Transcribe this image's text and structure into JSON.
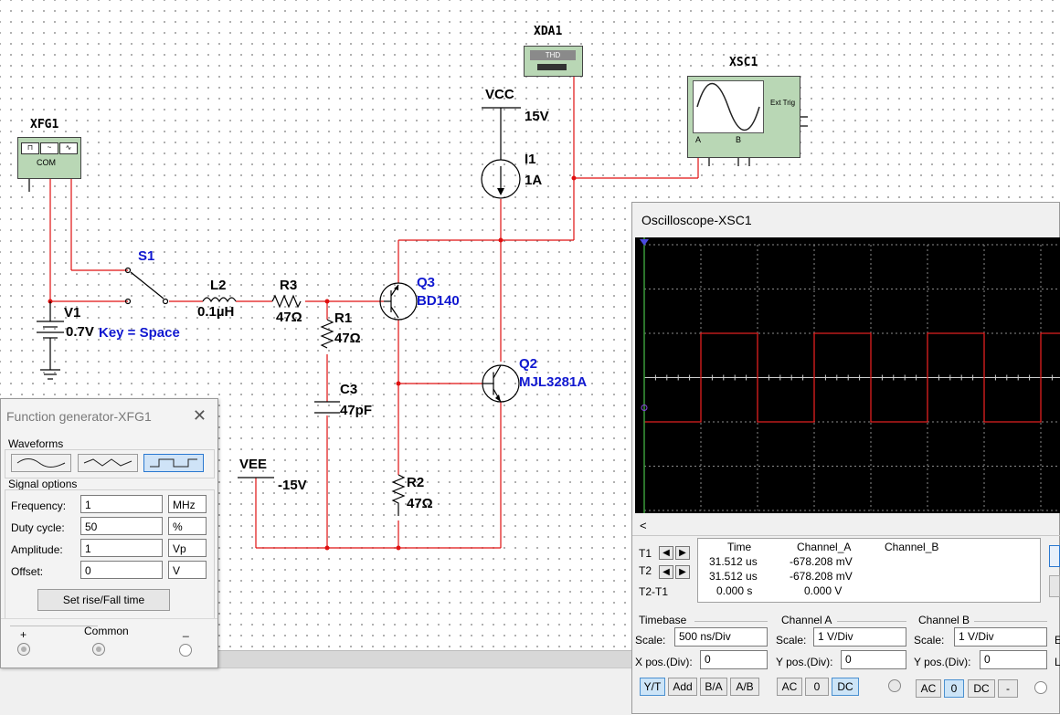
{
  "schematic": {
    "xfg1_title": "XFG1",
    "xfg1_com": "COM",
    "xda1_title": "XDA1",
    "xda1_thd": "THD",
    "xsc1_title": "XSC1",
    "xsc1_ext_trig": "Ext Trig",
    "xsc1_a": "A",
    "xsc1_b": "B",
    "vcc_name": "VCC",
    "vcc_value": "15V",
    "i1_name": "I1",
    "i1_value": "1A",
    "s1_name": "S1",
    "l2_name": "L2",
    "l2_value": "0.1µH",
    "r3_name": "R3",
    "r3_value": "47Ω",
    "q3_name": "Q3",
    "q3_model": "BD140",
    "r1_name": "R1",
    "r1_value": "47Ω",
    "v1_name": "V1",
    "v1_value": "0.7V",
    "key_label": "Key = Space",
    "c3_name": "C3",
    "c3_value": "47pF",
    "q2_name": "Q2",
    "q2_model": "MJL3281A",
    "vee_name": "VEE",
    "vee_value": "-15V",
    "r2_name": "R2",
    "r2_value": "47Ω"
  },
  "function_generator": {
    "title": "Function generator-XFG1",
    "waveforms_label": "Waveforms",
    "signal_options_label": "Signal options",
    "selected_waveform": "square",
    "fields": [
      {
        "label": "Frequency:",
        "value": "1",
        "unit": "MHz"
      },
      {
        "label": "Duty cycle:",
        "value": "50",
        "unit": "%"
      },
      {
        "label": "Amplitude:",
        "value": "1",
        "unit": "Vp"
      },
      {
        "label": "Offset:",
        "value": "0",
        "unit": "V"
      }
    ],
    "rise_fall_button": "Set rise/Fall time",
    "plus_label": "+",
    "common_label": "Common",
    "minus_label": "_"
  },
  "oscilloscope": {
    "title": "Oscilloscope-XSC1",
    "scroll_left": "<",
    "trace_color": "#e02020",
    "readout": {
      "headers": [
        "Time",
        "Channel_A",
        "Channel_B"
      ],
      "rows": [
        {
          "label": "T1",
          "time": "31.512 us",
          "a": "-678.208 mV",
          "b": ""
        },
        {
          "label": "T2",
          "time": "31.512 us",
          "a": "-678.208 mV",
          "b": ""
        },
        {
          "label": "T2-T1",
          "time": "0.000 s",
          "a": "0.000 V",
          "b": ""
        }
      ]
    },
    "timebase": {
      "label": "Timebase",
      "scale_label": "Scale:",
      "scale": "500 ns/Div",
      "xpos_label": "X pos.(Div):",
      "xpos": "0",
      "buttons": [
        "Y/T",
        "Add",
        "B/A",
        "A/B"
      ],
      "selected": "Y/T"
    },
    "channel_a": {
      "label": "Channel A",
      "scale_label": "Scale:",
      "scale": "1  V/Div",
      "ypos_label": "Y pos.(Div):",
      "ypos": "0",
      "buttons": [
        "AC",
        "0",
        "DC"
      ],
      "selected": "DC"
    },
    "channel_b": {
      "label": "Channel B",
      "scale_label": "Scale:",
      "scale": "1  V/Div",
      "ypos_label": "Y pos.(Div):",
      "ypos": "0",
      "buttons": [
        "AC",
        "0",
        "DC",
        "-"
      ],
      "selected": "0"
    },
    "edge_partial_1": "E",
    "edge_partial_2": "L"
  }
}
